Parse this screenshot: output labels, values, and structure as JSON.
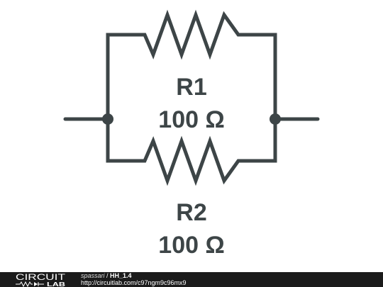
{
  "components": [
    {
      "ref": "R1",
      "value": "100 Ω"
    },
    {
      "ref": "R2",
      "value": "100 Ω"
    }
  ],
  "footer": {
    "logo_top": "CIRCUIT",
    "logo_bottom": "LAB",
    "author": "spassari",
    "separator": " / ",
    "title": "HH_1.4",
    "url": "http://circuitlab.com/c97ngm9c96mx9"
  },
  "colors": {
    "wire": "#3d4547",
    "footer_bg": "#1b1b1b",
    "footer_text": "#ffffff"
  }
}
